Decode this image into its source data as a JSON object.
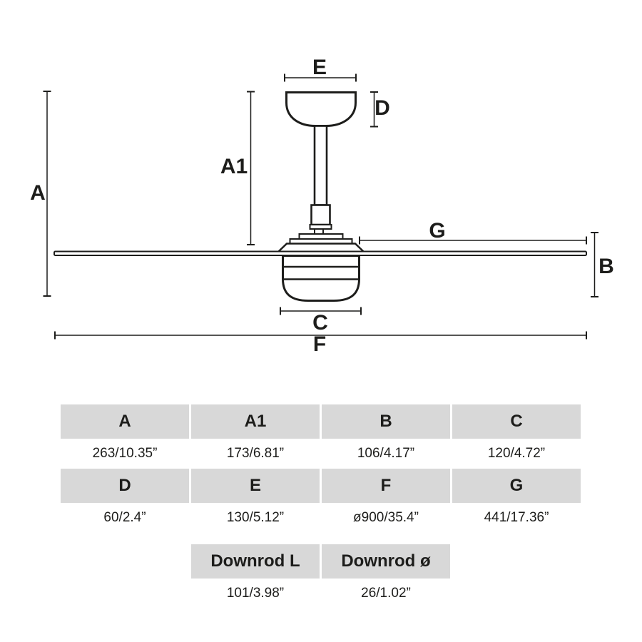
{
  "colors": {
    "ink": "#1d1d1b",
    "table_header_bg": "#d8d8d8"
  },
  "diagram": {
    "labels": {
      "a": "A",
      "a1": "A1",
      "b": "B",
      "c": "C",
      "d": "D",
      "e": "E",
      "f": "F",
      "g": "G"
    }
  },
  "table": {
    "row1_headers": [
      "A",
      "A1",
      "B",
      "C"
    ],
    "row1_values": [
      "263/10.35”",
      "173/6.81”",
      "106/4.17”",
      "120/4.72”"
    ],
    "row2_headers": [
      "D",
      "E",
      "F",
      "G"
    ],
    "row2_values": [
      "60/2.4”",
      "130/5.12”",
      "ø900/35.4”",
      "441/17.36”"
    ],
    "row3_headers": [
      "Downrod L",
      "Downrod ø"
    ],
    "row3_values": [
      "101/3.98”",
      "26/1.02”"
    ]
  }
}
